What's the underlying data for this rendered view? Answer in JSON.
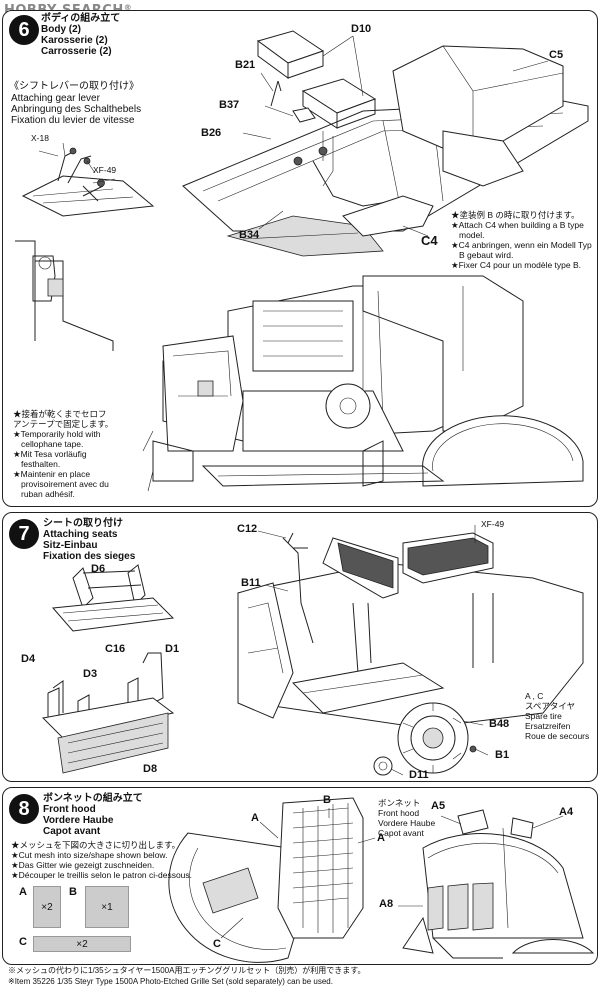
{
  "watermark": {
    "text": "HOBBY SEARCH",
    "reg": "®"
  },
  "step6": {
    "number": "6",
    "title_jp": "ボディの組み立て",
    "title_en": "Body (2)",
    "title_de": "Karosserie (2)",
    "title_fr": "Carrosserie (2)",
    "sub_jp": "《シフトレバーの取り付け》",
    "sub_en": "Attaching gear lever",
    "sub_de": "Anbringung des Schalthebels",
    "sub_fr": "Fixation du levier de vitesse",
    "labels": {
      "d10": "D10",
      "c5": "C5",
      "b21": "B21",
      "b37": "B37",
      "b26": "B26",
      "b34": "B34",
      "c4": "C4",
      "x18": "X-18",
      "xf49": "XF-49"
    },
    "note_c4": [
      "★塗装例 B の時に取り付けます。",
      "★Attach C4 when building a B type",
      "model.",
      "★C4 anbringen, wenn ein Modell Typ",
      "B gebaut wird.",
      "★Fixer C4 pour un modèle type B."
    ],
    "note_tape": [
      "★接着が乾くまでセロフ",
      "アンテープで固定します。",
      "★Temporarily hold with",
      "cellophane tape.",
      "★Mit Tesa vorläufig",
      "festhalten.",
      "★Maintenir en place",
      "provisoirement avec du",
      "ruban adhésif."
    ]
  },
  "step7": {
    "number": "7",
    "title_jp": "シートの取り付け",
    "title_en": "Attaching seats",
    "title_de": "Sitz-Einbau",
    "title_fr": "Fixation des sieges",
    "labels": {
      "d6": "D6",
      "c16": "C16",
      "d4": "D4",
      "d3": "D3",
      "d1": "D1",
      "d8": "D8",
      "c12": "C12",
      "b11": "B11",
      "xf49": "XF-49",
      "b48": "B48",
      "b1": "B1",
      "d11": "D11",
      "ac": "A , C"
    },
    "spare_jp": "スペアタイヤ",
    "spare_en": "Spare tire",
    "spare_de": "Ersatzreifen",
    "spare_fr": "Roue de secours"
  },
  "step8": {
    "number": "8",
    "title_jp": "ボンネットの組み立て",
    "title_en": "Front hood",
    "title_de": "Vordere Haube",
    "title_fr": "Capot avant",
    "mesh_notes": [
      "★メッシュを下図の大きさに切り出します。",
      "★Cut mesh into size/shape shown below.",
      "★Das Gitter wie gezeigt zuschneiden.",
      "★Découper le treillis selon le patron ci-dessous."
    ],
    "mesh": {
      "a": "A",
      "a_qty": "×2",
      "b": "B",
      "b_qty": "×1",
      "c": "C",
      "c_qty": "×2"
    },
    "labels": {
      "b": "B",
      "a": "A",
      "a_right": "A",
      "c": "C",
      "a5": "A5",
      "a4": "A4",
      "a8": "A8"
    },
    "hood_jp": "ボンネット",
    "hood_en": "Front hood",
    "hood_de": "Vordere Haube",
    "hood_fr": "Capot avant",
    "footer_jp": "※メッシュの代わりに1/35シュタイヤー1500A用エッチンググリルセット（別売）が利用できます。",
    "footer_en": "※Item 35226 1/35 Steyr Type 1500A Photo-Etched Grille Set (sold separately) can be used."
  }
}
